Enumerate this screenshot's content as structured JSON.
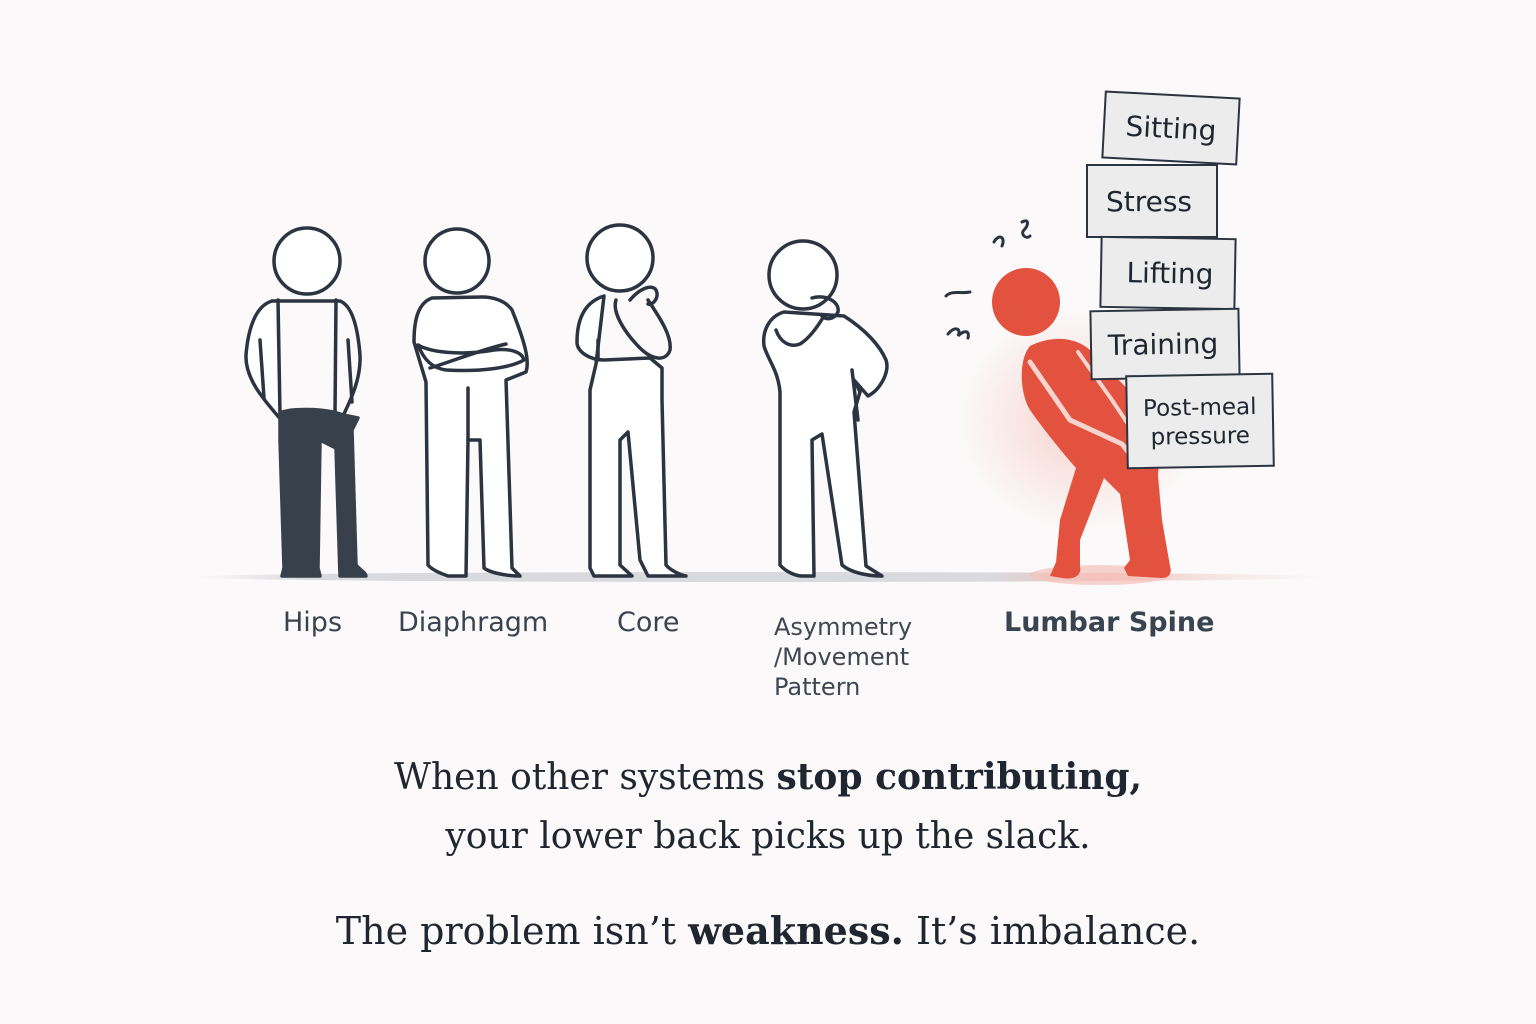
{
  "labels": {
    "hips": "Hips",
    "diaphragm": "Diaphragm",
    "core": "Core",
    "asymmetry": "Asymmetry\n/Movement\nPattern",
    "lumbar": "Lumbar Spine"
  },
  "load_boxes": [
    {
      "label": "Sitting"
    },
    {
      "label": "Stress"
    },
    {
      "label": "Lifting"
    },
    {
      "label": "Training"
    },
    {
      "label": "Post-meal\npressure"
    }
  ],
  "caption": {
    "line1_pre": "When other systems ",
    "line1_bold": "stop contributing,",
    "line2": "your lower back picks up the slack.",
    "line3_pre": "The problem isn’t ",
    "line3_bold": "weakness.",
    "line3_post": " It’s imbalance."
  },
  "colors": {
    "ink": "#2b3440",
    "accent_red": "#e2523f",
    "hips_pants": "#37404b",
    "box_fill": "#ececec"
  }
}
